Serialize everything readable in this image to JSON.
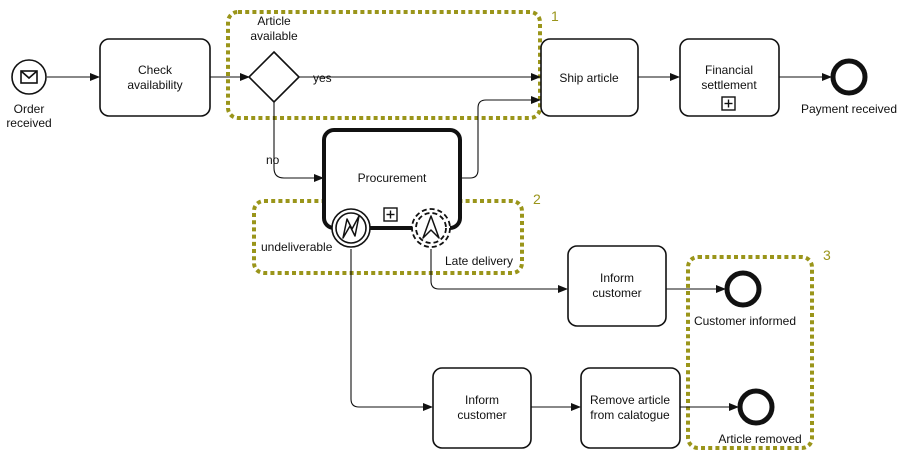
{
  "events": {
    "start_line1": "Order",
    "start_line2": "received",
    "end_payment": "Payment received",
    "end_informed": "Customer informed",
    "end_removed": "Article removed"
  },
  "tasks": {
    "check_line1": "Check",
    "check_line2": "availability",
    "ship": "Ship article",
    "financial_line1": "Financial",
    "financial_line2": "settlement",
    "procurement": "Procurement",
    "inform_late_line1": "Inform",
    "inform_late_line2": "customer",
    "inform_undeliv_line1": "Inform",
    "inform_undeliv_line2": "customer",
    "remove_line1": "Remove article",
    "remove_line2": "from calatogue"
  },
  "gateway": {
    "label_line1": "Article",
    "label_line2": "available",
    "yes": "yes",
    "no": "no"
  },
  "boundary": {
    "undeliverable": "undeliverable",
    "late_delivery": "Late delivery"
  },
  "highlights": {
    "n1": "1",
    "n2": "2",
    "n3": "3"
  },
  "colors": {
    "highlight": "#9a951a",
    "stroke": "#111111"
  }
}
